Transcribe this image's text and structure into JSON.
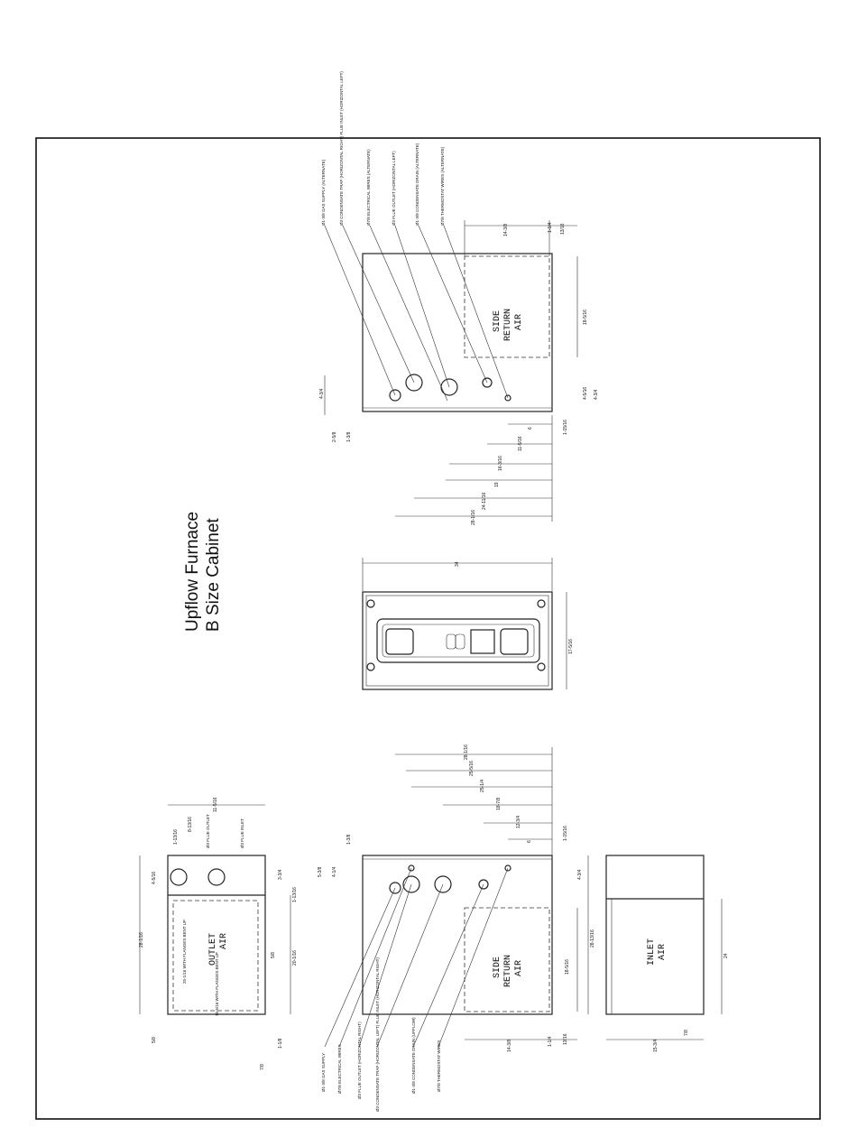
{
  "title": {
    "line1": "Upflow Furnace",
    "line2": "B Size Cabinet"
  },
  "right_side_view": {
    "panel_label": [
      "SIDE",
      "RETURN",
      "AIR"
    ],
    "callouts": [
      "Ø1-3/8 GAS SUPPLY (ALTERNATE)",
      "Ø3 CONDENSATE TRAP (HORIZONTAL RIGHT) FLUE INLET (HORIZONTAL LEFT)",
      "Ø7/8 ELECTRICAL WIRES (ALTERNATE)",
      "Ø3 FLUE OUTLET (HORIZONTAL LEFT)",
      "Ø1-3/8 CONDENSATE DRAIN (ALTERNATE)",
      "Ø7/8 THERMOSTAT WIRES (ALTERNATE)"
    ],
    "dims": {
      "top_a": "14-3/8",
      "top_b": "1-1/4",
      "top_c": "13/16",
      "panel_h": "18-5/16",
      "right_a": "4-5/16",
      "right_b": "4-3/4",
      "left_a": "4-3/4",
      "left_b": "2-5/8",
      "left_c": "1-3/8",
      "bottom": [
        "1-15/16",
        "6",
        "11-5/16",
        "16-3/16",
        "19",
        "24-11/16",
        "28-1/16"
      ]
    }
  },
  "top_view": {
    "width": "34",
    "depth": "17-5/16"
  },
  "outlet_view": {
    "label": [
      "OUTLET",
      "AIR"
    ],
    "callouts": [
      "Ø3 FLUE OUTLET",
      "Ø3 FLUE INLET"
    ],
    "notes": [
      "25-1/16 WITH FLANGES BENT UP",
      "15-5/16 WITH FLANGES BENT UP"
    ],
    "dims": [
      "1-13/16",
      "8-13/16",
      "11-5/16",
      "4-5/16",
      "3-3/4",
      "1-13/16",
      "28-1/16",
      "20-1/16",
      "5/8",
      "1-1/8",
      "7/8",
      "5/8"
    ]
  },
  "left_side_view": {
    "panel_label": [
      "SIDE",
      "RETURN",
      "AIR"
    ],
    "callouts": [
      "Ø1-3/8 GAS SUPPLY",
      "Ø7/8 ELECTRICAL WIRES",
      "Ø3 FLUE OUTLET (HORIZONTAL RIGHT)",
      "Ø3 CONDENSATE TRAP (HORIZONTAL LEFT) FLUE INLET (HORIZONTAL RIGHT)",
      "Ø1-3/8 CONDENSATE DRAIN (UPFLOW)",
      "Ø7/8 THERMOSTAT WIRES"
    ],
    "dims": {
      "top": [
        "28-1/16",
        "25-5/16",
        "25-1/4",
        "18-7/8",
        "12-3/4",
        "6",
        "1-15/16"
      ],
      "left": [
        "1-3/8",
        "5-3/8",
        "4-1/4"
      ],
      "right": "4-3/4",
      "panel_h": "18-5/16",
      "bottom_a": "14-3/8",
      "bottom_b": "1-1/4",
      "bottom_c": "13/16"
    }
  },
  "inlet_view": {
    "label": [
      "INLET",
      "AIR"
    ],
    "dims": {
      "depth": "28-13/16",
      "panel": "24",
      "foot_a": "15-3/4",
      "foot_b": "7/8"
    }
  }
}
